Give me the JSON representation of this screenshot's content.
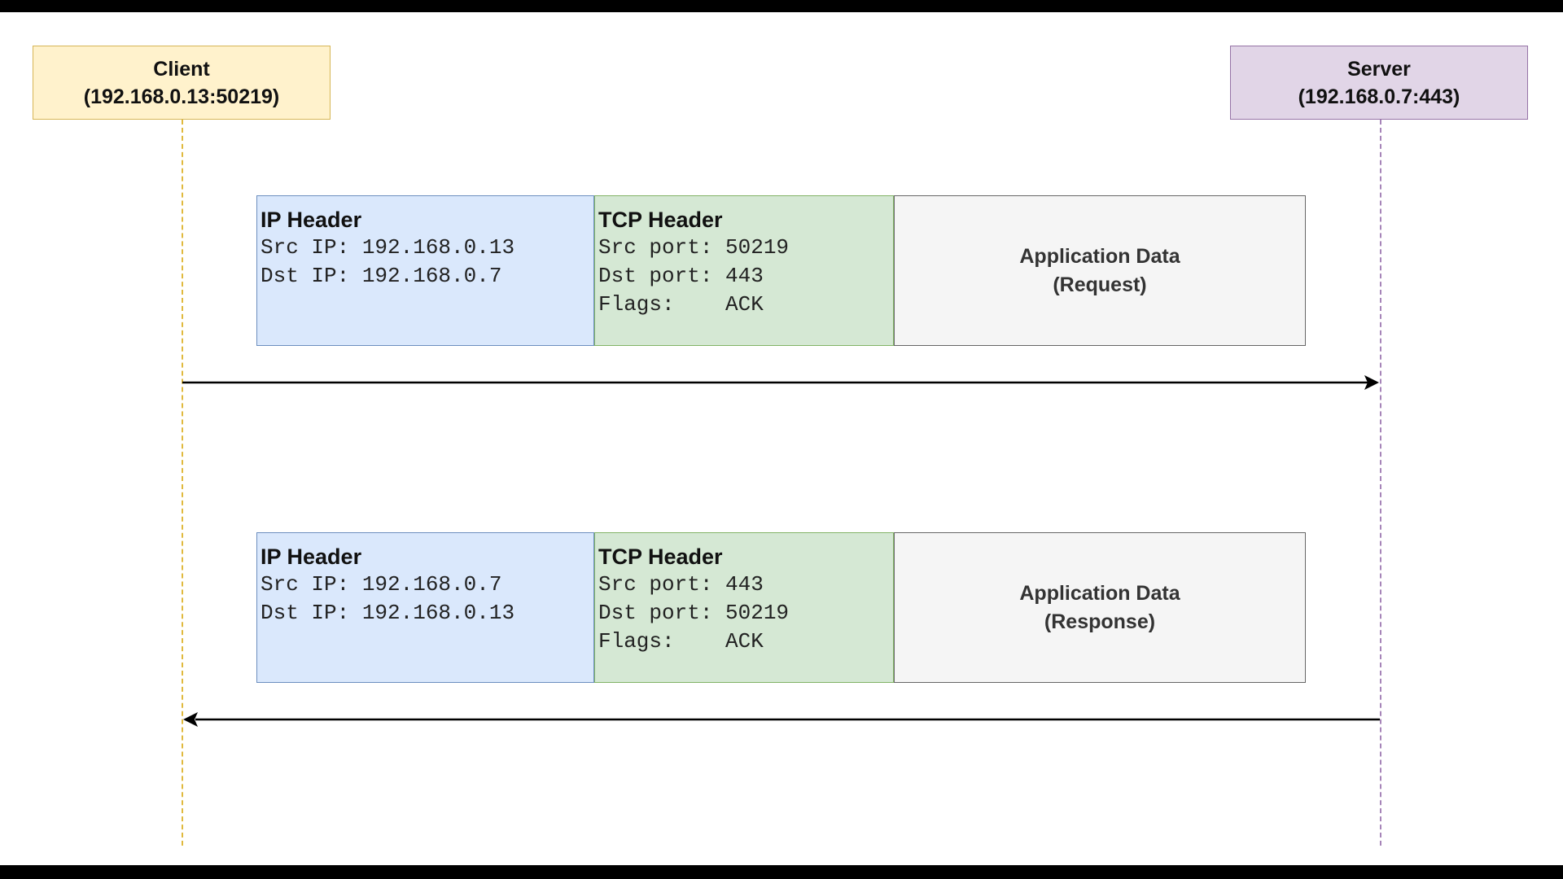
{
  "client": {
    "line1": "Client",
    "line2": "(192.168.0.13:50219)"
  },
  "server": {
    "line1": "Server",
    "line2": "(192.168.0.7:443)"
  },
  "request": {
    "ip": {
      "title": "IP Header",
      "src": "Src IP: 192.168.0.13",
      "dst": "Dst IP: 192.168.0.7"
    },
    "tcp": {
      "title": "TCP Header",
      "src": "Src port: 50219",
      "dst": "Dst port: 443",
      "flags": "Flags:    ACK"
    },
    "app": {
      "line1": "Application Data",
      "line2": "(Request)"
    }
  },
  "response": {
    "ip": {
      "title": "IP Header",
      "src": "Src IP: 192.168.0.7",
      "dst": "Dst IP: 192.168.0.13"
    },
    "tcp": {
      "title": "TCP Header",
      "src": "Src port: 443",
      "dst": "Dst port: 50219",
      "flags": "Flags:    ACK"
    },
    "app": {
      "line1": "Application Data",
      "line2": "(Response)"
    }
  }
}
